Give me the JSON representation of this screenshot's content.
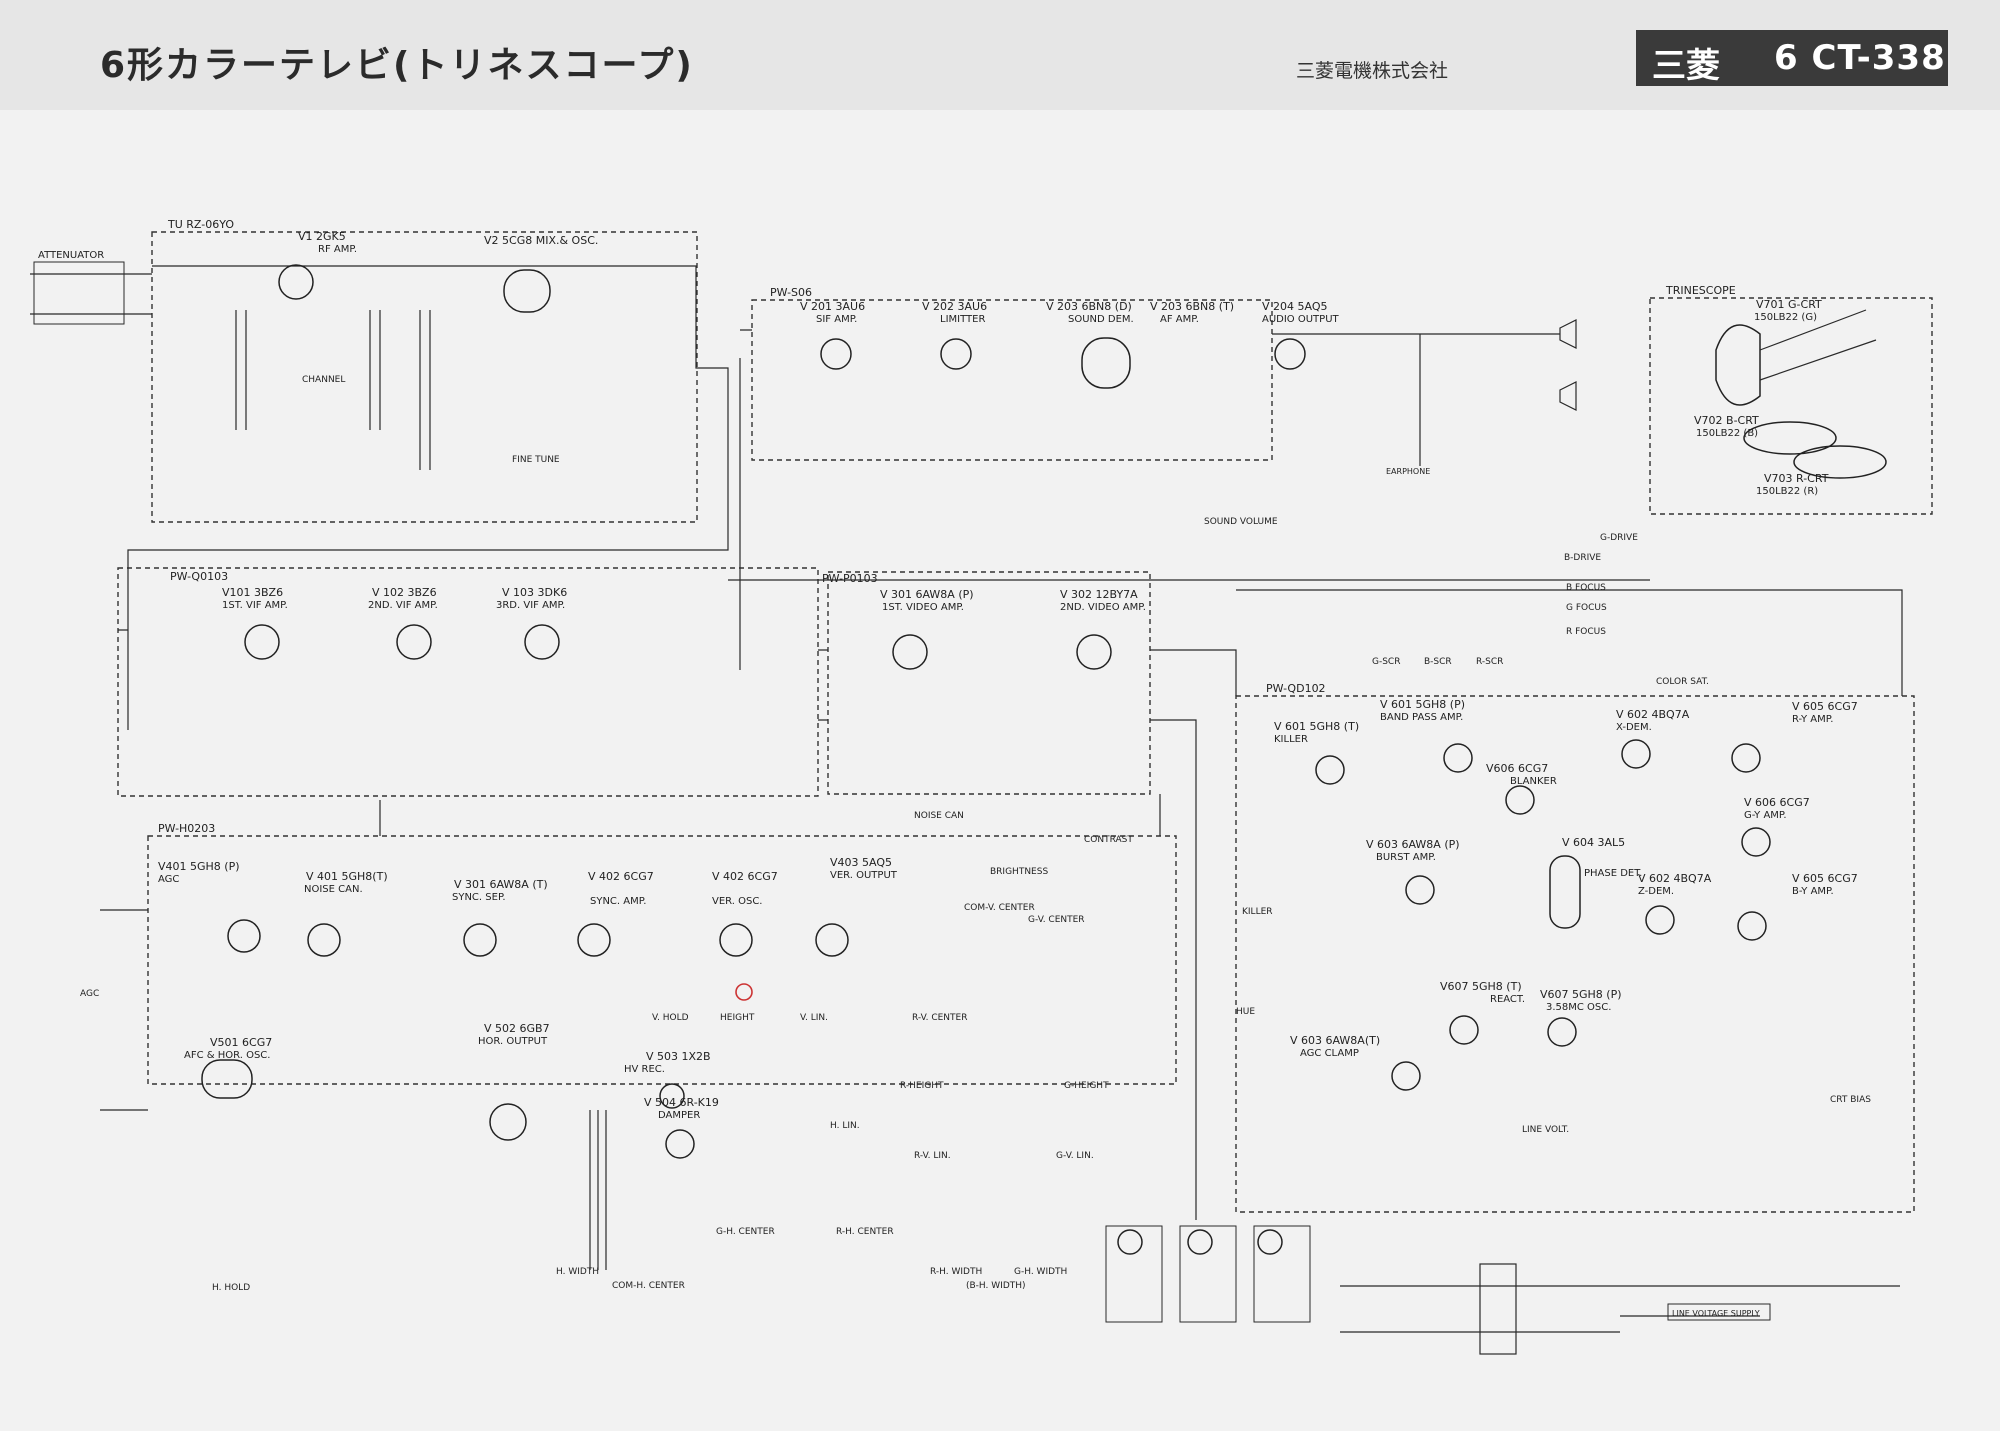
{
  "header": {
    "title": "6形カラーテレビ(トリネスコープ)",
    "company": "三菱電機株式会社",
    "brand": "三菱",
    "model": "6 CT-338"
  },
  "blocks": {
    "tuner": "TU RZ-06YO",
    "sif": "PW-S06",
    "vif": "PW-Q0103",
    "video": "PW-P0103",
    "sync": "PW-H0203",
    "chroma": "PW-QD102",
    "crt": "TRINESCOPE"
  },
  "tubes": {
    "v1": "V1  2GK5",
    "v1_fn": "RF AMP.",
    "v2": "V2  5CG8  MIX.& OSC.",
    "v201": "V 201  3AU6",
    "v201_fn": "SIF AMP.",
    "v202": "V 202  3AU6",
    "v202_fn": "LIMITTER",
    "v203a": "V 203  6BN8 (D)",
    "v203a_fn": "SOUND DEM.",
    "v203b": "V 203  6BN8 (T)",
    "v203b_fn": "AF AMP.",
    "v204": "V 204  5AQ5",
    "v204_fn": "AUDIO OUTPUT",
    "v101": "V101  3BZ6",
    "v101_fn": "1ST. VIF AMP.",
    "v102": "V 102  3BZ6",
    "v102_fn": "2ND. VIF AMP.",
    "v103": "V 103  3DK6",
    "v103_fn": "3RD. VIF AMP.",
    "v301": "V 301  6AW8A (P)",
    "v301_fn": "1ST. VIDEO AMP.",
    "v302": "V 302  12BY7A",
    "v302_fn": "2ND. VIDEO AMP.",
    "v401a": "V401  5GH8 (P)",
    "v401a_fn": "AGC",
    "v401b": "V 401  5GH8(T)",
    "v401b_fn": "NOISE CAN.",
    "v301t": "V 301  6AW8A (T)",
    "v301t_fn": "SYNC. SEP.",
    "v402a": "V 402  6CG7",
    "v402a_fn": "SYNC. AMP.",
    "v402b": "V 402  6CG7",
    "v402b_fn": "VER. OSC.",
    "v403": "V403  5AQ5",
    "v403_fn": "VER. OUTPUT",
    "v501": "V501  6CG7",
    "v501_fn": "AFC & HOR. OSC.",
    "v502": "V 502  6GB7",
    "v502_fn": "HOR. OUTPUT",
    "v503": "V 503  1X2B",
    "v503_fn": "HV REC.",
    "v504": "V 504  6R-K19",
    "v504_fn": "DAMPER",
    "v601": "V 601  5GH8 (P)",
    "v601_fn": "BAND PASS AMP.",
    "v601t": "V 601  5GH8 (T)",
    "v601t_fn": "KILLER",
    "v602": "V 602  4BQ7A",
    "v602_fn": "X-DEM.",
    "v602b": "V 602  4BQ7A",
    "v602b_fn": "Z-DEM.",
    "v603": "V 603  6AW8A (P)",
    "v603_fn": "BURST AMP.",
    "v603t": "V 603  6AW8A(T)",
    "v603t_fn": "AGC CLAMP",
    "v604": "V 604  3AL5",
    "v604_fn": "PHASE DET.",
    "v605a": "V 605  6CG7",
    "v605a_fn": "R-Y AMP.",
    "v605b": "V 605  6CG7",
    "v605b_fn": "B-Y AMP.",
    "v606": "V606  6CG7",
    "v606_fn": "BLANKER",
    "v606b": "V 606  6CG7",
    "v606b_fn": "G-Y AMP.",
    "v607a": "V607  5GH8 (T)",
    "v607a_fn": "REACT.",
    "v607b": "V607  5GH8 (P)",
    "v607b_fn": "3.58MC OSC.",
    "v701": "V701  G-CRT",
    "v701_type": "150LB22 (G)",
    "v702": "V702  B-CRT",
    "v702_type": "150LB22 (B)",
    "v703": "V703  R-CRT",
    "v703_type": "150LB22 (R)"
  },
  "controls": {
    "attenuator": "ATTENUATOR",
    "channel": "CHANNEL",
    "fine_tune": "FINE TUNE",
    "sound_volume": "SOUND VOLUME",
    "noise_can": "NOISE CAN",
    "brightness": "BRIGHTNESS",
    "contrast": "CONTRAST",
    "color_sat": "COLOR SAT.",
    "killer": "KILLER",
    "hue": "HUE",
    "agc": "AGC",
    "v_hold": "V. HOLD",
    "height": "HEIGHT",
    "v_lin": "V. LIN.",
    "rv_center": "R-V. CENTER",
    "com_v_center": "COM-V. CENTER",
    "g_v_center": "G-V. CENTER",
    "r_height": "R-HEIGHT",
    "g_height": "G-HEIGHT",
    "r_v_lin": "R-V. LIN.",
    "g_v_lin": "G-V. LIN.",
    "h_lin": "H. LIN.",
    "g_h_center": "G-H. CENTER",
    "r_h_center": "R-H. CENTER",
    "h_width": "H. WIDTH",
    "com_h_center": "COM-H. CENTER",
    "rh_width": "R-H. WIDTH",
    "gh_width": "G-H. WIDTH",
    "bh_width": "(B-H. WIDTH)",
    "h_hold": "H. HOLD",
    "crt_bias": "CRT BIAS",
    "line_volt": "LINE VOLT.",
    "line_voltage_supply": "LINE VOLTAGE SUPPLY",
    "g_drive": "G-DRIVE",
    "b_drive": "B-DRIVE",
    "b_focus": "B FOCUS",
    "g_focus": "G FOCUS",
    "r_focus": "R FOCUS",
    "g_scr": "G-SCR",
    "b_scr": "B-SCR",
    "r_scr": "R-SCR",
    "earphone": "EARPHONE"
  },
  "colors": {
    "background": "#f2f2f2",
    "header": "#e6e6e6",
    "model_box": "#3a3a3a",
    "ink": "#2a2a2a",
    "marker": "#cc3333"
  }
}
